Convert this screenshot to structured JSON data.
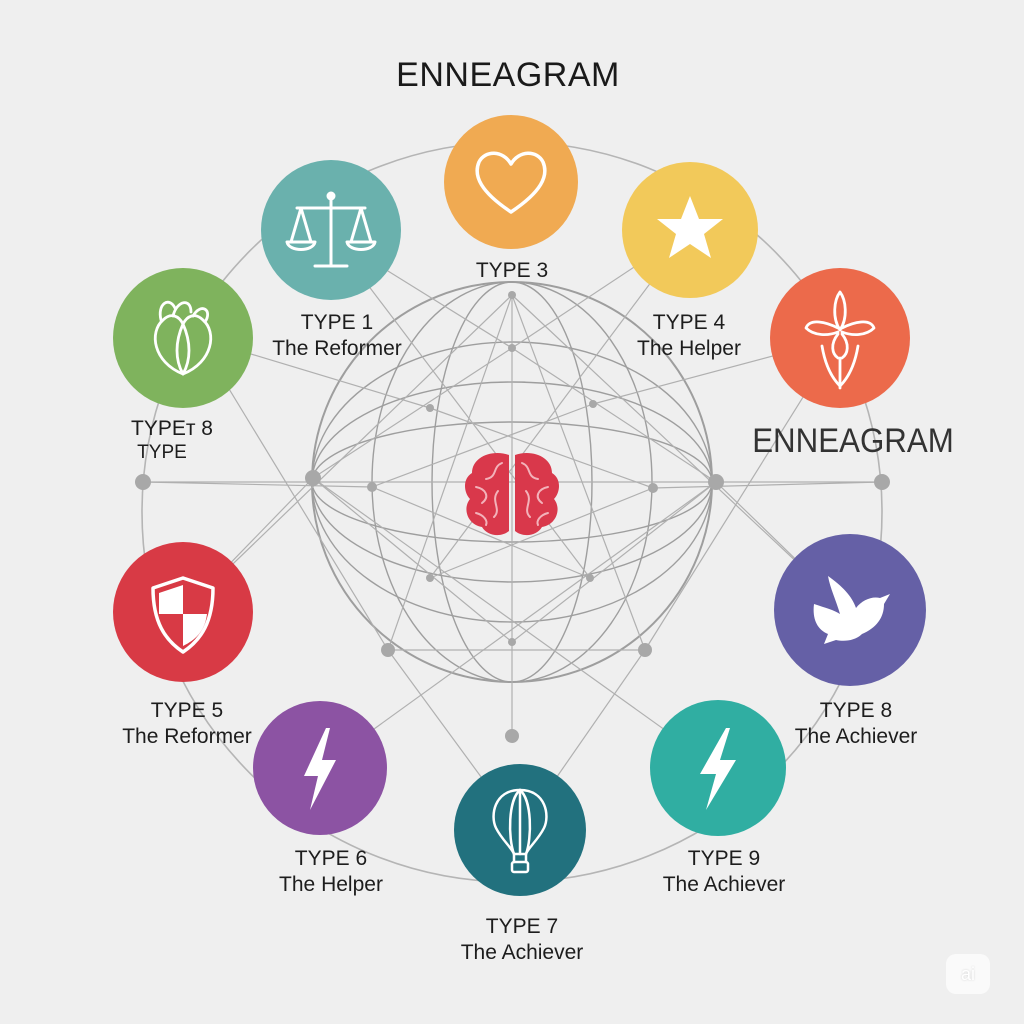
{
  "title": "ENNEAGRAM",
  "side_title": "ENNEAGRAM",
  "center_icon": "brain-icon",
  "types": [
    {
      "id": "type3",
      "icon": "heart-icon",
      "color": "#f0aa52",
      "line1": "TYPE 3",
      "line2": ""
    },
    {
      "id": "type1",
      "icon": "scales-icon",
      "color": "#6ab1ad",
      "line1": "TYPE 1",
      "line2": "The Reformer"
    },
    {
      "id": "type4",
      "icon": "star-icon",
      "color": "#f2c95a",
      "line1": "TYPE 4",
      "line2": "The Helper"
    },
    {
      "id": "iris",
      "icon": "iris-flower-icon",
      "color": "#ec6a4b",
      "line1": "",
      "line2": ""
    },
    {
      "id": "type8-left",
      "icon": "heart-outline-icon",
      "color": "#7fb35d",
      "line1": "TYPEт 8",
      "line2": "TYPE"
    },
    {
      "id": "type5",
      "icon": "shield-icon",
      "color": "#d83a45",
      "line1": "TYPE 5",
      "line2": "The Reformer"
    },
    {
      "id": "type8-right",
      "icon": "dove-icon",
      "color": "#6560a6",
      "line1": "TYPE 8",
      "line2": "The Achiever"
    },
    {
      "id": "type6",
      "icon": "lightning-icon",
      "color": "#8c53a3",
      "line1": "TYPE 6",
      "line2": "The Helper"
    },
    {
      "id": "type9",
      "icon": "lightning-icon",
      "color": "#30aea2",
      "line1": "TYPE 9",
      "line2": "The Achiever"
    },
    {
      "id": "type7",
      "icon": "hot-air-balloon-icon",
      "color": "#22717e",
      "line1": "TYPE 7",
      "line2": "The Achiever"
    }
  ],
  "watermark": "ai"
}
